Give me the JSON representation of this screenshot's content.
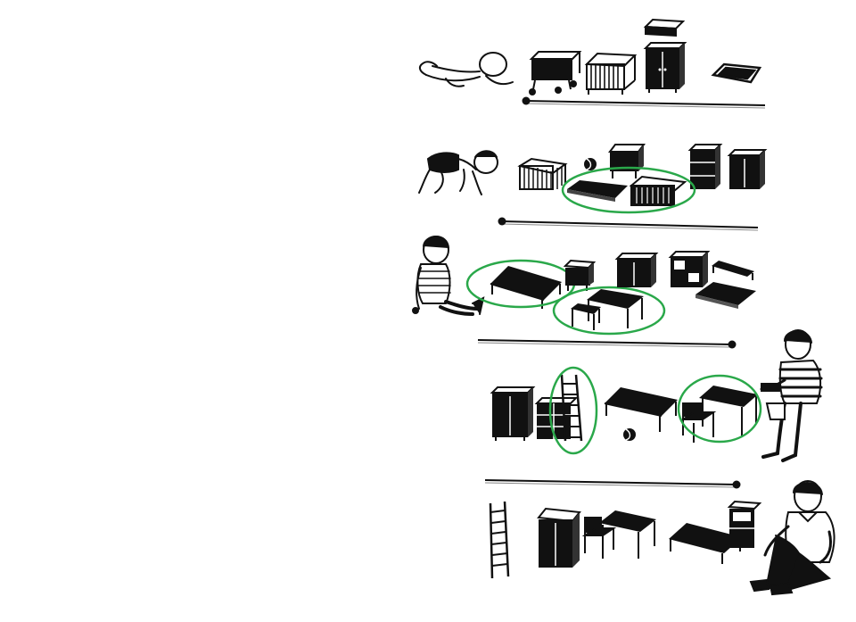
{
  "colors": {
    "ink": "#111111",
    "highlight": "#2aa84a",
    "paper": "#ffffff"
  },
  "stages": [
    {
      "id": "infant",
      "person": "baby-lying-icon",
      "items": [
        "bassinet-on-wheels-icon",
        "playpen-icon",
        "changing-tray-icon",
        "wardrobe-icon",
        "bath-tub-icon"
      ],
      "highlighted": []
    },
    {
      "id": "crawler",
      "person": "child-crawling-icon",
      "items": [
        "playpen-icon",
        "ball-icon",
        "nightstand-icon",
        "shelf-unit-icon",
        "wardrobe-icon",
        "crib-mattress-icon",
        "crib-side-icon"
      ],
      "highlighted": [
        "crib-mattress-icon",
        "crib-side-icon"
      ]
    },
    {
      "id": "toddler",
      "person": "child-sitting-icon",
      "items": [
        "low-bed-icon",
        "nightstand-icon",
        "wardrobe-icon",
        "shelf-unit-icon",
        "low-table-icon",
        "stool-icon",
        "bed-board-icon",
        "bench-icon"
      ],
      "highlighted": [
        "low-bed-icon",
        "low-table-icon",
        "stool-icon"
      ]
    },
    {
      "id": "schoolchild",
      "person": "boy-sitting-icon",
      "items": [
        "wardrobe-icon",
        "shelf-unit-icon",
        "wall-ladder-icon",
        "bed-icon",
        "ball-icon",
        "desk-icon",
        "chair-icon"
      ],
      "highlighted": [
        "wall-ladder-icon",
        "desk-icon",
        "chair-icon"
      ]
    },
    {
      "id": "teenager",
      "person": "teen-sitting-icon",
      "items": [
        "wall-ladder-icon",
        "wardrobe-icon",
        "chair-icon",
        "desk-icon",
        "bed-icon",
        "shelf-unit-icon"
      ],
      "highlighted": []
    }
  ]
}
